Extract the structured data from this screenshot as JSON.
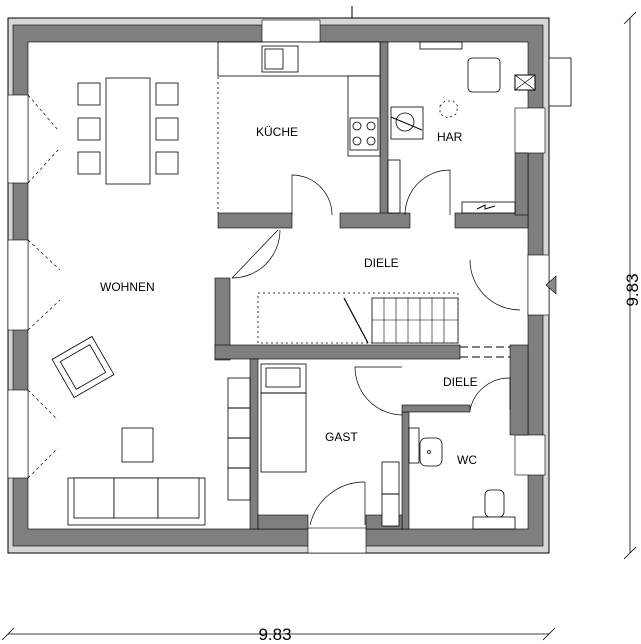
{
  "rooms": {
    "kueche": "KÜCHE",
    "har": "HAR",
    "diele": "DIELE",
    "wohnen": "WOHNEN",
    "gast": "GAST",
    "diele2": "DIELE",
    "wc": "WC"
  },
  "dimensions": {
    "width": "9.83",
    "height": "9.83"
  }
}
